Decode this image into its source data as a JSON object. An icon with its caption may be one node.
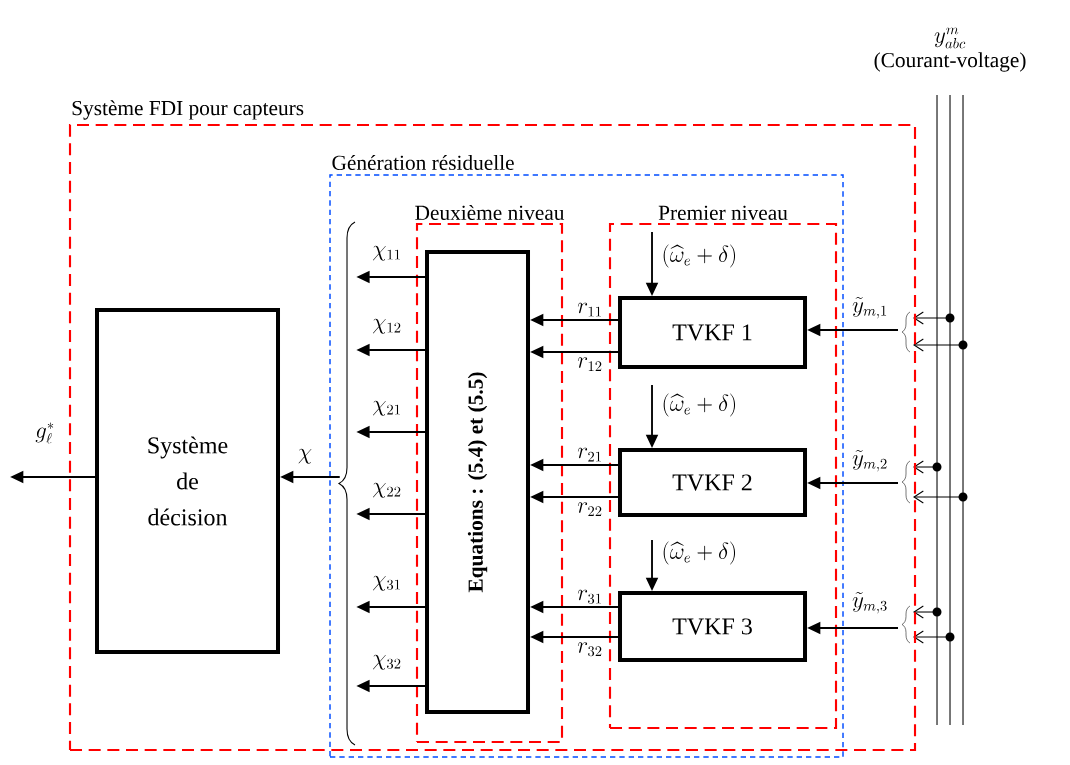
{
  "diagram": {
    "nodes": [
      {
        "text": [
          "Système FDI pour capteurs"
        ]
      },
      {
        "text": [
          "Génération résiduelle"
        ],
        "in": 0
      },
      {
        "text": [
          "Deuxième niveau"
        ],
        "in": 1
      },
      {
        "text": [
          "Premier niveau"
        ],
        "in": 1
      },
      {
        "text": [
          "Equations : (5.4) et (5.5)"
        ],
        "in": 2
      },
      {
        "text": [
          "TVKF 1"
        ],
        "in": 3
      },
      {
        "text": [
          "TVKF 2"
        ],
        "in": 3
      },
      {
        "text": [
          "TVKF 3"
        ],
        "in": 3
      },
      {
        "text": [
          "Système de décision"
        ],
        "in": 0
      },
      {
        "text": [],
        "shape": "brace",
        "in": 1
      }
    ],
    "edges": [
      {
        "from": 4,
        "to": 9,
        "arrow": "to",
        "label": "\\chi_{11}"
      },
      {
        "from": 4,
        "to": 9,
        "arrow": "to",
        "label": "\\chi_{12}"
      },
      {
        "from": 4,
        "to": 9,
        "arrow": "to",
        "label": "\\chi_{21}"
      },
      {
        "from": 4,
        "to": 9,
        "arrow": "to",
        "label": "\\chi_{22}"
      },
      {
        "from": 4,
        "to": 9,
        "arrow": "to",
        "label": "\\chi_{31}"
      },
      {
        "from": 4,
        "to": 9,
        "arrow": "to",
        "label": "\\chi_{32}"
      },
      {
        "from": 9,
        "to": 8,
        "arrow": "to",
        "label": "\\chi"
      },
      {
        "from": 8,
        "to": null,
        "arrow": "to",
        "label": "g_{\\ell}^{*}"
      },
      {
        "from": 5,
        "to": 4,
        "arrow": "to",
        "label": "r_{11}"
      },
      {
        "from": 5,
        "to": 4,
        "arrow": "to",
        "label": "r_{12}"
      },
      {
        "from": 6,
        "to": 4,
        "arrow": "to",
        "label": "r_{21}"
      },
      {
        "from": 6,
        "to": 4,
        "arrow": "to",
        "label": "r_{22}"
      },
      {
        "from": 7,
        "to": 4,
        "arrow": "to",
        "label": "r_{31}"
      },
      {
        "from": 7,
        "to": 4,
        "arrow": "to",
        "label": "r_{32}"
      },
      {
        "from": null,
        "to": 5,
        "arrow": "to",
        "label": "(\\widehat{\\omega}_{e}+\\delta)"
      },
      {
        "from": null,
        "to": 6,
        "arrow": "to",
        "label": "(\\widehat{\\omega}_{e}+\\delta)"
      },
      {
        "from": null,
        "to": 7,
        "arrow": "to",
        "label": "(\\widehat{\\omega}_{e}+\\delta)"
      },
      {
        "from": null,
        "to": 5,
        "arrow": "to",
        "label": "\\tilde{y}_{m,1}"
      },
      {
        "from": null,
        "to": 6,
        "arrow": "to",
        "label": "\\tilde{y}_{m,2}"
      },
      {
        "from": null,
        "to": 7,
        "arrow": "to",
        "label": "\\tilde{y}_{m,3}"
      }
    ],
    "labels": [
      "y_{abc}^{m}",
      "(Courant-voltage)"
    ]
  }
}
